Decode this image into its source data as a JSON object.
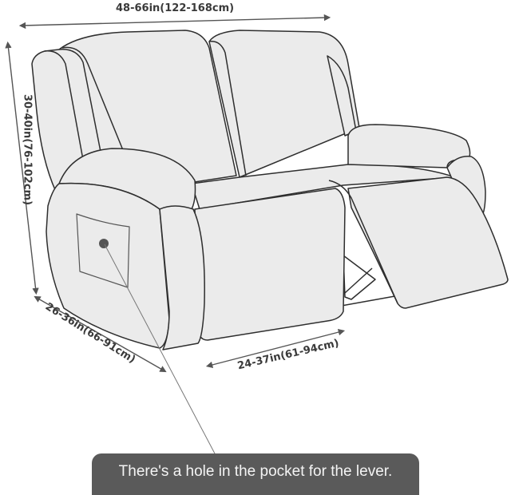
{
  "diagram": {
    "subject": "2-seat recliner loveseat slipcover dimensions",
    "colors": {
      "background": "#ffffff",
      "sofa_fill": "#ebebeb",
      "outline": "#2e2e2e",
      "dimension_line": "#555555",
      "caption_bg": "#5a5a5a",
      "caption_text": "#f4f4f4"
    },
    "dimensions": {
      "width": "48-66in(122-168cm)",
      "height": "30-40in(76-102cm)",
      "depth": "26-36in(66-91cm)",
      "seat_depth": "24-37in(61-94cm)"
    },
    "callout": {
      "caption": "There's a hole in the pocket for the lever."
    }
  }
}
